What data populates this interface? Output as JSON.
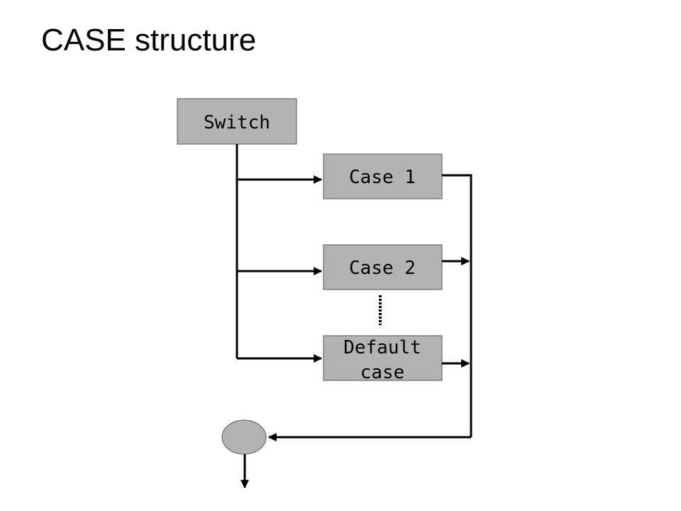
{
  "slide": {
    "title": "CASE structure"
  },
  "diagram": {
    "switch_label": "Switch",
    "case1_label": "Case 1",
    "case2_label": "Case 2",
    "default_line1": "Default",
    "default_line2": "case"
  },
  "colors": {
    "box_fill": "#b3b3b3",
    "box_border": "#555555",
    "line": "#000000"
  }
}
